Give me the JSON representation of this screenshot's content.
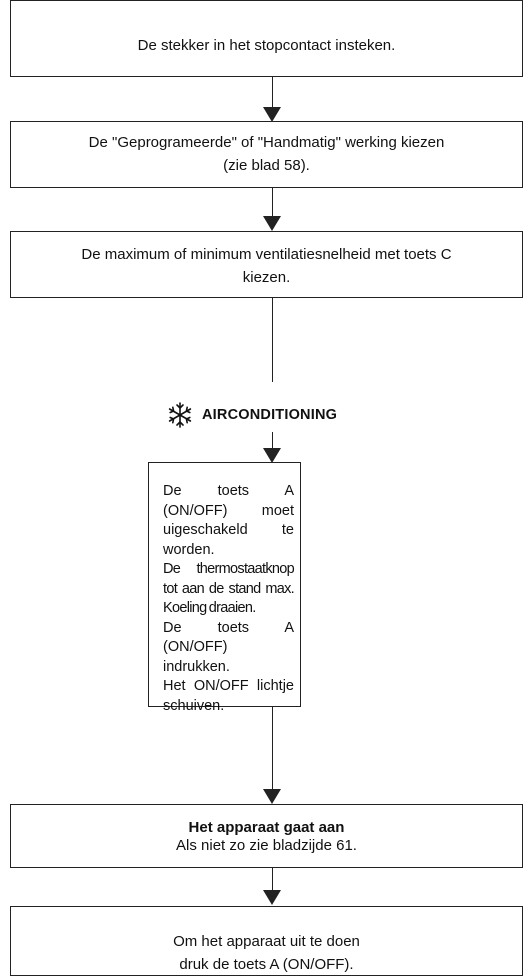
{
  "flow": {
    "step1": "De stekker in het stopcontact insteken.",
    "step2_line1": "De \"Geprogrameerde\" of \"Handmatig\" werking kiezen",
    "step2_line2": "(zie blad 58).",
    "step3_line1": "De maximum of minimum ventilatiesnelheid met toets C",
    "step3_line2": "kiezen.",
    "mode_label": "AIRCONDITIONING",
    "mode_icon": "snowflake-icon",
    "instructions": [
      "De toets A (ON/OFF) moet uigeschakeld te worden.",
      "De thermostaatknop tot aan de stand max. Koeling draaien.",
      "De toets A (ON/OFF) indrukken.",
      "Het ON/OFF lichtje schuiven."
    ],
    "result_title": "Het apparaat gaat aan",
    "result_note": "Als niet zo zie bladzijde 61.",
    "final_line1": "Om het apparaat uit te doen",
    "final_line2": "druk de toets A (ON/OFF)."
  },
  "colors": {
    "ink": "#222222",
    "background": "#ffffff"
  }
}
